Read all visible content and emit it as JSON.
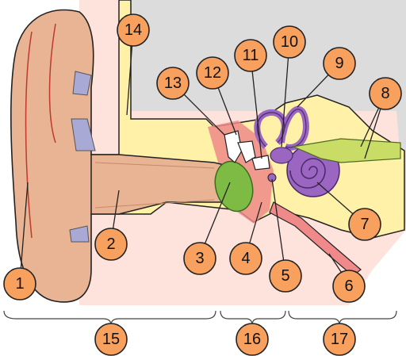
{
  "callouts": [
    {
      "id": "1",
      "label": "1"
    },
    {
      "id": "2",
      "label": "2"
    },
    {
      "id": "3",
      "label": "3"
    },
    {
      "id": "4",
      "label": "4"
    },
    {
      "id": "5",
      "label": "5"
    },
    {
      "id": "6",
      "label": "6"
    },
    {
      "id": "7",
      "label": "7"
    },
    {
      "id": "8",
      "label": "8"
    },
    {
      "id": "9",
      "label": "9"
    },
    {
      "id": "10",
      "label": "10"
    },
    {
      "id": "11",
      "label": "11"
    },
    {
      "id": "12",
      "label": "12"
    },
    {
      "id": "13",
      "label": "13"
    },
    {
      "id": "14",
      "label": "14"
    },
    {
      "id": "15",
      "label": "15"
    },
    {
      "id": "16",
      "label": "16"
    },
    {
      "id": "17",
      "label": "17"
    }
  ],
  "colors": {
    "callout_fill": "#f8a15f",
    "skin": "#e8b493",
    "skull_bone": "#dcdcdc",
    "bone_yellow": "#fff2a8",
    "tissue_pink": "#fde3dc",
    "eardrum_green": "#7dbb45",
    "middle_ear_red": "#f08a8a",
    "cochlea_purple": "#9b66c2",
    "cartilage_blue": "#a9a9d6",
    "nerve_green": "#c9dd66"
  }
}
